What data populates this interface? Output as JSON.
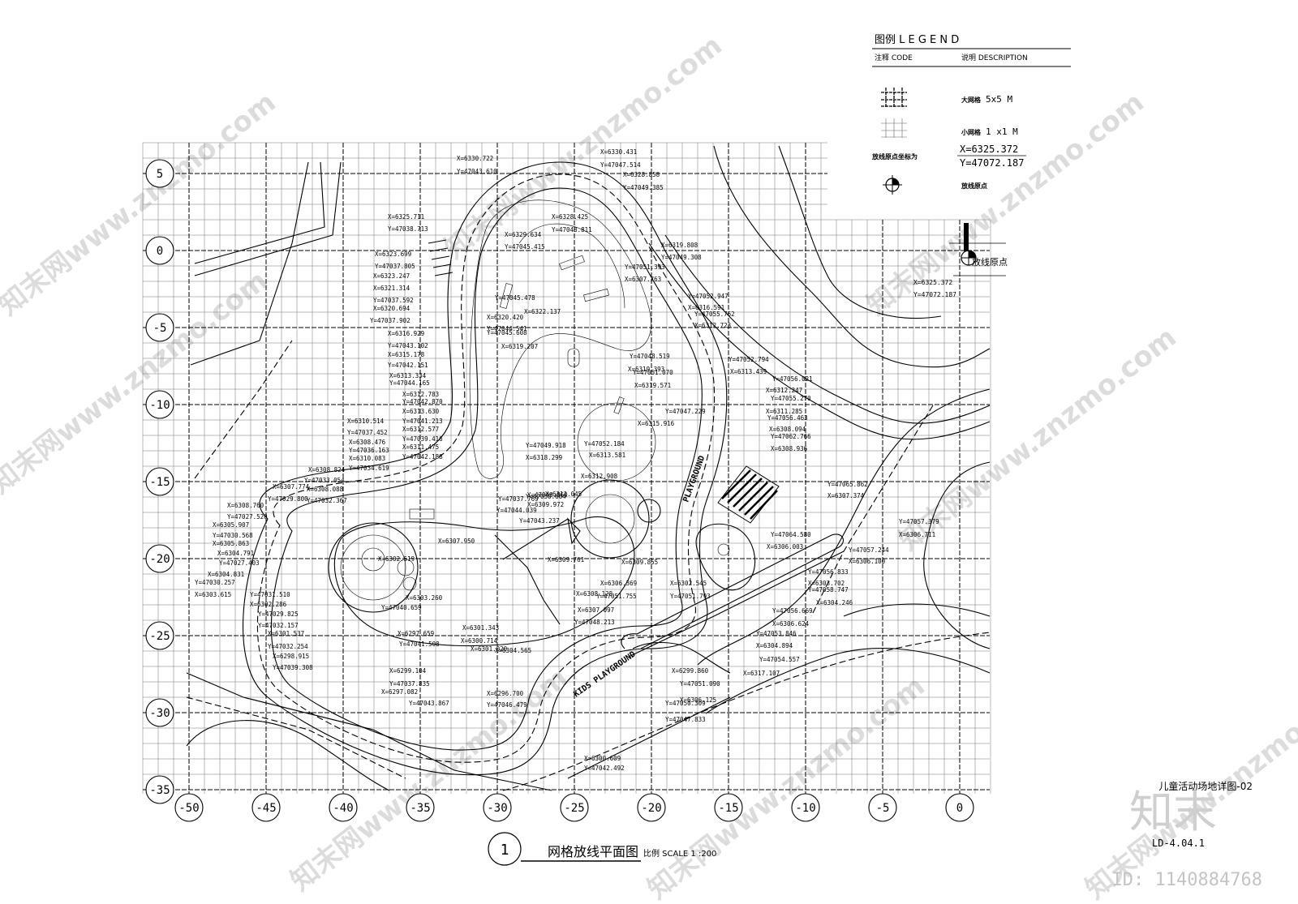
{
  "legend": {
    "title": "图例 L E G E N D",
    "code_header": "注释 CODE",
    "desc_header": "说明 DESCRIPTION",
    "big_grid_label": "大网格",
    "big_grid_value": "5x5 M",
    "small_grid_label": "小网格",
    "small_grid_value": "1 x1 M",
    "origin_coord_label": "放线原点坐标为",
    "origin_x": "X=6325.372",
    "origin_y": "Y=47072.187",
    "origin_point_label": "放线原点"
  },
  "origin_marker": {
    "label": "放线原点",
    "x": "X=6325.372",
    "y": "Y=47072.187"
  },
  "axis_y_labels": [
    "5",
    "0",
    "-5",
    "-10",
    "-15",
    "-20",
    "-25",
    "-30",
    "-35"
  ],
  "axis_x_labels": [
    "-50",
    "-45",
    "-40",
    "-35",
    "-30",
    "-25",
    "-20",
    "-15",
    "-10",
    "-5",
    "0"
  ],
  "plan_labels": {
    "kids_playground": "KIDS PLAYGROUND",
    "playground_top": "PLAYGROUND"
  },
  "coordinate_notes": [
    "X=6330.722",
    "Y=47043.610",
    "X=6330.431",
    "Y=47047.514",
    "X=6328.858",
    "Y=47049.385",
    "X=6325.711",
    "Y=47038.713",
    "X=6328.425",
    "Y=47048.811",
    "X=6329.634",
    "Y=47045.415",
    "X=6323.699",
    "Y=47037.805",
    "X=6323.247",
    "X=6319.808",
    "Y=47049.308",
    "X=6321.314",
    "Y=47037.592",
    "X=6320.694",
    "Y=47037.902",
    "X=6316.929",
    "Y=47043.102",
    "X=6315.178",
    "Y=47042.151",
    "X=6313.334",
    "Y=47044.165",
    "X=6312.783",
    "Y=47042.870",
    "X=6313.630",
    "Y=47041.213",
    "X=6312.577",
    "Y=47039.416",
    "X=6311.475",
    "Y=47042.188",
    "X=6310.514",
    "Y=47037.452",
    "X=6308.476",
    "Y=47036.163",
    "X=6310.083",
    "Y=47034.619",
    "X=6308.824",
    "Y=47033.054",
    "X=6308.088",
    "Y=47032.367",
    "X=6307.774",
    "Y=47029.800",
    "X=6308.760",
    "Y=47027.520",
    "X=6305.907",
    "Y=47030.568",
    "X=6305.863",
    "X=6304.791",
    "Y=47027.403",
    "X=6304.831",
    "Y=47030.257",
    "X=6303.615",
    "Y=47031.510",
    "X=6302.286",
    "Y=47029.825",
    "Y=47032.157",
    "X=6301.537",
    "Y=47032.254",
    "X=6298.915",
    "Y=47039.308",
    "X=6299.104",
    "Y=47037.835",
    "X=6297.082",
    "Y=47043.867",
    "X=6296.700",
    "Y=47046.479",
    "X=6300.609",
    "Y=47042.492",
    "X=6301.343",
    "X=6300.714",
    "X=6301.020",
    "X=6304.565",
    "Y=47048.213",
    "X=6306.369",
    "Y=47051.755",
    "X=6302.545",
    "Y=47051.793",
    "X=6299.860",
    "Y=47051.090",
    "Y=47050.309",
    "X=6306.125",
    "Y=47047.833",
    "X=6307.097",
    "X=6308.128",
    "X=6309.761",
    "X=6309.855",
    "Y=47044.039",
    "X=6311.045",
    "Y=47043.860",
    "X=6309.972",
    "Y=47050.664",
    "X=6312.908",
    "Y=47052.184",
    "X=6313.581",
    "Y=47047.229",
    "X=6315.916",
    "Y=47049.918",
    "X=6318.299",
    "Y=47048.519",
    "X=6319.393",
    "Y=47051.070",
    "X=6319.571",
    "Y=47052.947",
    "X=6316.591",
    "Y=47055.762",
    "X=6312.723",
    "Y=47052.794",
    "X=6313.439",
    "Y=47056.021",
    "X=6312.247",
    "Y=47055.270",
    "X=6311.285",
    "Y=47056.463",
    "X=6308.094",
    "Y=47062.766",
    "X=6308.936",
    "Y=47065.862",
    "X=6307.374",
    "Y=47057.379",
    "X=6306.711",
    "Y=47064.580",
    "X=6306.003",
    "Y=47057.244",
    "X=6306.100",
    "Y=47056.833",
    "X=6303.702",
    "Y=47058.747",
    "X=6304.246",
    "Y=47056.669",
    "X=6306.624",
    "Y=47053.846",
    "X=6304.894",
    "Y=47054.557",
    "X=6317.107",
    "Y=47045.608",
    "Y=47044.541",
    "X=6319.207",
    "X=6320.420",
    "Y=47045.478",
    "X=6322.137",
    "Y=47051.393",
    "X=6307.763",
    "X=6307.950",
    "X=6302.519",
    "Y=47040.659",
    "X=6303.260",
    "X=6297.659",
    "Y=47041.508",
    "Y=47037.769",
    "Y=47043.237"
  ],
  "title_block": {
    "number": "1",
    "title": "网格放线平面图",
    "scale": "比例 SCALE 1 :200"
  },
  "sheet": {
    "name": "儿童活动场地详图-02",
    "code": "LD-4.04.1"
  },
  "watermark": {
    "logo_text": "知末",
    "site_text": "知末网www.znzmo.com",
    "id_text": "ID: 1140884768"
  }
}
